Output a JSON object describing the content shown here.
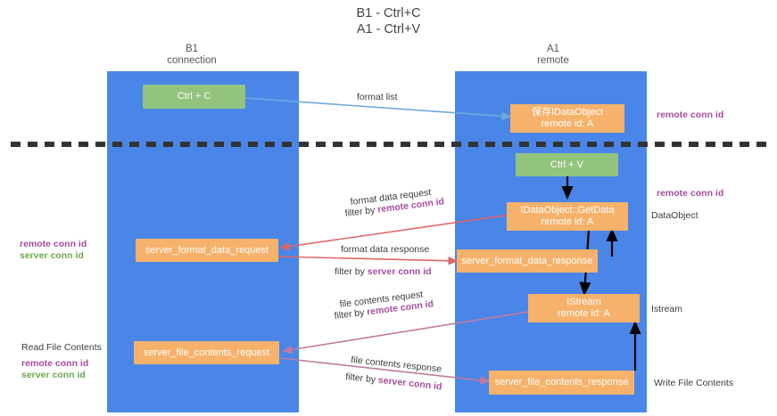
{
  "title": {
    "line1": "B1 - Ctrl+C",
    "line2": "A1 - Ctrl+V"
  },
  "columns": [
    {
      "name": "B1",
      "sub": "connection"
    },
    {
      "name": "A1",
      "sub": "remote"
    }
  ],
  "nodes": {
    "ctrl_c": {
      "label": "Ctrl + C"
    },
    "save_idataobject": {
      "line1": "保存IDataObject",
      "line2": "remote id: A"
    },
    "ctrl_v": {
      "label": "Ctrl + V"
    },
    "getdata": {
      "line1": "IDataObject::GetData",
      "line2": "remote id: A"
    },
    "server_format_data_request": {
      "label": "server_format_data_request"
    },
    "server_format_data_response": {
      "label": "server_format_data_response"
    },
    "istream": {
      "line1": "IStream",
      "line2": "remote id: A"
    },
    "server_file_contents_request": {
      "label": "server_file_contents_request"
    },
    "server_file_contents_response": {
      "label": "server_file_contents_response"
    }
  },
  "edges": {
    "format_list": "format list",
    "format_data_request": "format data request",
    "filter_by_remote_1": {
      "prefix": "filter by ",
      "kw": "remote conn id"
    },
    "format_data_response": "format data response",
    "filter_by_server_1": {
      "prefix": "filter by ",
      "kw": "server conn id"
    },
    "file_contents_request": "file contents request",
    "filter_by_remote_2": {
      "prefix": "filter by ",
      "kw": "remote conn id"
    },
    "file_contents_response": "file contents response",
    "filter_by_server_2": {
      "prefix": "filter by ",
      "kw": "server conn id"
    }
  },
  "annotations": {
    "right_remote_1": "remote conn id",
    "right_remote_2": "remote conn id",
    "right_dataobject": "DataObject",
    "right_istream": "Istream",
    "right_write_file_contents": "Write File Contents",
    "left_remote_conn_id": "remote conn id",
    "left_server_conn_id": "server conn id",
    "left_read_file_contents": "Read File Contents",
    "left_remote_conn_id_2": "remote conn id",
    "left_server_conn_id_2": "server conn id"
  },
  "colors": {
    "lane": "#4a86e8",
    "green_node": "#93c47d",
    "orange_node": "#f6b26b",
    "purple": "#a64d9e",
    "green_text": "#6aa84f",
    "red_arrow": "#e06666",
    "blue_arrow": "#6fa8dc",
    "magenta_arrow": "#c27ba0",
    "black_arrow": "#000000",
    "divider": "#333333"
  }
}
